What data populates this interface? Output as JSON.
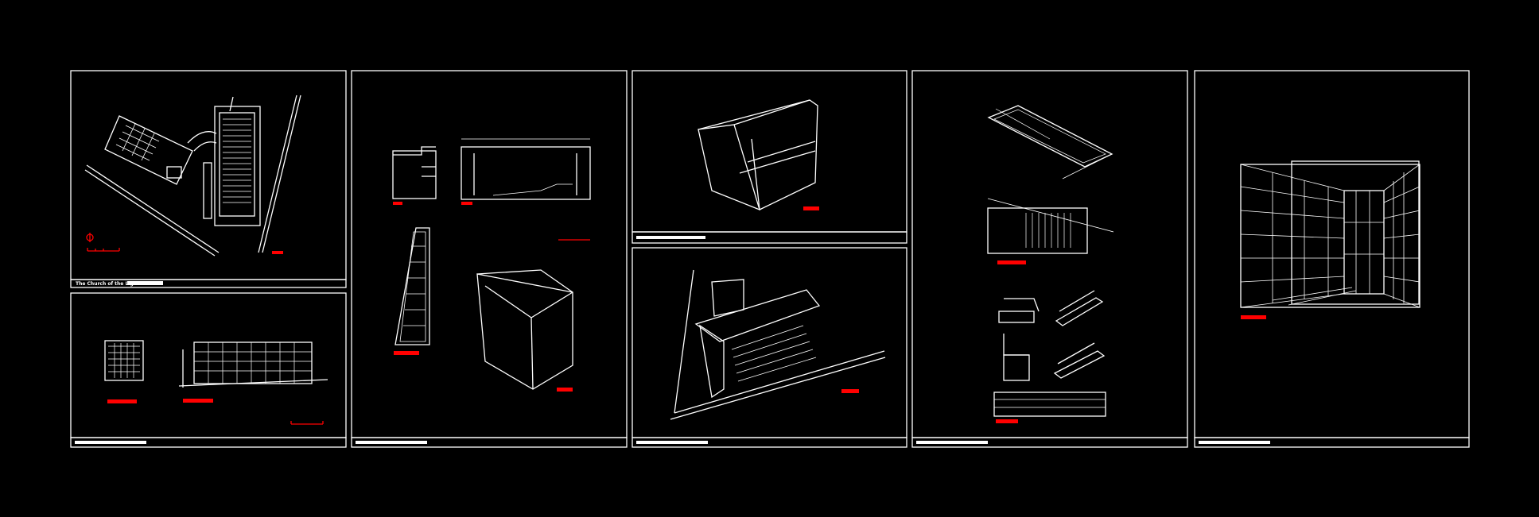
{
  "colors": {
    "background": "#000000",
    "line": "#ffffff",
    "accent": "#ff0000"
  },
  "sheets": [
    {
      "id": "site-plan-sheet",
      "title_strip": "The Church of the Light"
    },
    {
      "id": "elevation-sheet",
      "title_strip": ""
    },
    {
      "id": "plan-section-sheet",
      "title_strip": ""
    },
    {
      "id": "axonometric-sheet",
      "title_strip": ""
    },
    {
      "id": "furniture-sheet",
      "title_strip": ""
    },
    {
      "id": "perspective-sheet",
      "title_strip": ""
    }
  ]
}
